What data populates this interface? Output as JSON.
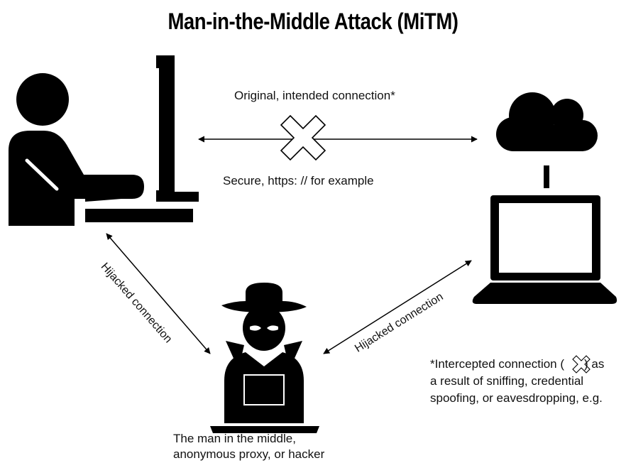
{
  "title": "Man-in-the-Middle Attack (MiTM)",
  "labels": {
    "original_connection": "Original, intended connection*",
    "secure_example": "Secure, https: // for example",
    "hijacked_left": "Hijacked connection",
    "hijacked_right": "Hijacked connection",
    "footnote_line1_pre": "*Intercepted connection (",
    "footnote_line1_post": ") as",
    "footnote_line2": "a result of sniffing, credential",
    "footnote_line3": "spoofing, or eavesdropping, e.g.",
    "attacker_line1": "The man in the middle,",
    "attacker_line2": "anonymous proxy, or hacker"
  },
  "icons": {
    "user": "user-at-computer-icon",
    "server": "cloud-laptop-server-icon",
    "attacker": "hacker-icon",
    "intercept": "x-cross-icon"
  },
  "colors": {
    "ink": "#000000",
    "background": "#ffffff"
  }
}
